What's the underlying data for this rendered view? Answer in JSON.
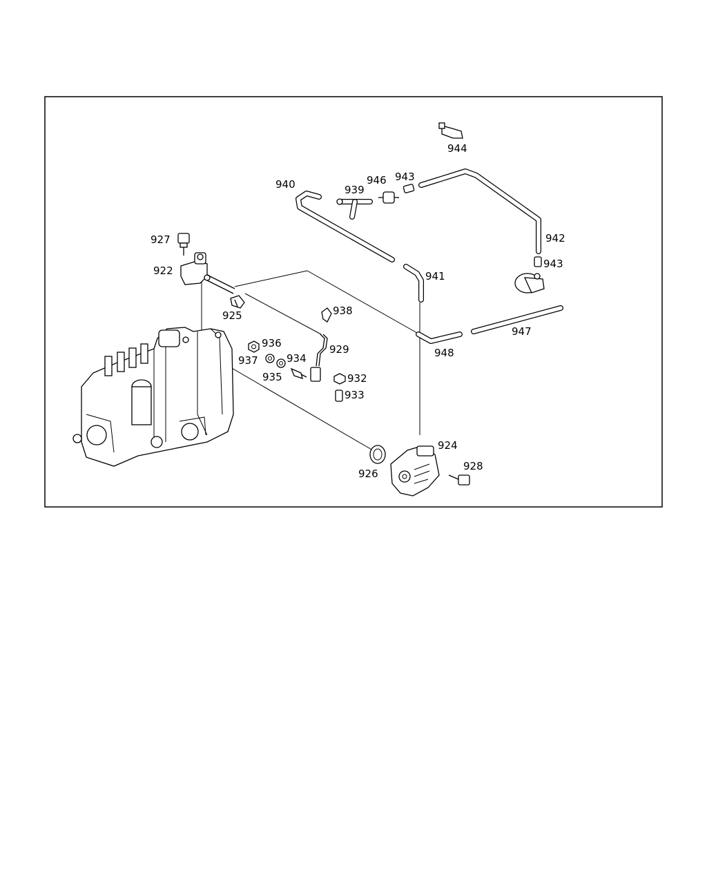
{
  "labels": {
    "944": "944",
    "940": "940",
    "939": "939",
    "946": "946",
    "943a": "943",
    "942": "942",
    "943b": "943",
    "927": "927",
    "922": "922",
    "941": "941",
    "925": "925",
    "938": "938",
    "947": "947",
    "936": "936",
    "929": "929",
    "948": "948",
    "937": "937",
    "934": "934",
    "935": "935",
    "932": "932",
    "933": "933",
    "924": "924",
    "928": "928",
    "926": "926"
  },
  "colors": {
    "line": "#000000",
    "background": "#ffffff"
  }
}
